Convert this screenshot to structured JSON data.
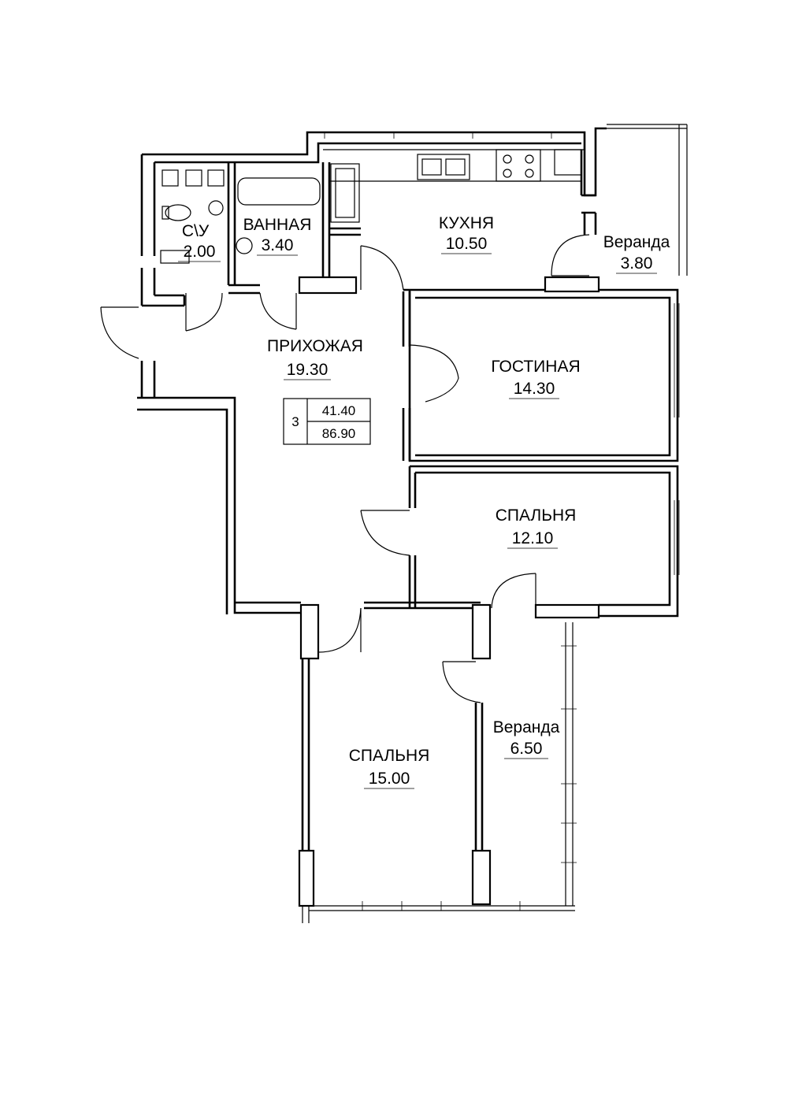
{
  "rooms": {
    "wc": {
      "name": "С\\У",
      "area": "2.00"
    },
    "bath": {
      "name": "ВАННАЯ",
      "area": "3.40"
    },
    "kitchen": {
      "name": "КУХНЯ",
      "area": "10.50"
    },
    "veranda1": {
      "name": "Веранда",
      "area": "3.80"
    },
    "hall": {
      "name": "ПРИХОЖАЯ",
      "area": "19.30"
    },
    "living": {
      "name": "ГОСТИНАЯ",
      "area": "14.30"
    },
    "bedroom1": {
      "name": "СПАЛЬНЯ",
      "area": "12.10"
    },
    "bedroom2": {
      "name": "СПАЛЬНЯ",
      "area": "15.00"
    },
    "veranda2": {
      "name": "Веранда",
      "area": "6.50"
    }
  },
  "summary": {
    "rooms_count": "3",
    "living_area": "41.40",
    "total_area": "86.90"
  }
}
